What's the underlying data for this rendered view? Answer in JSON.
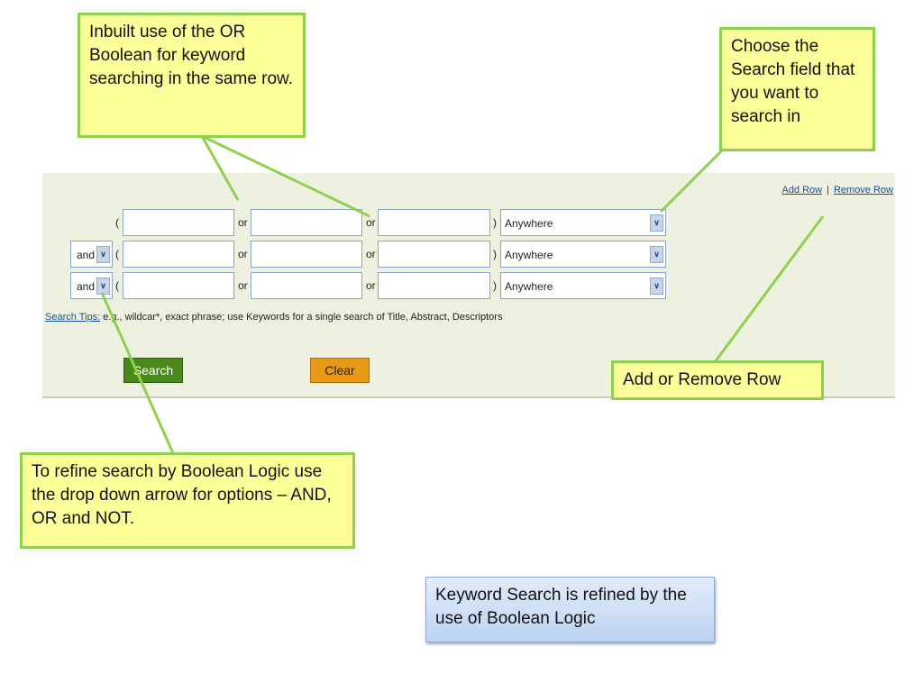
{
  "panel": {
    "add_row": "Add Row",
    "separator": "|",
    "remove_row": "Remove Row",
    "open_paren": "(",
    "close_paren": ")",
    "or_label": "or",
    "rows": [
      {
        "bool": "",
        "field": "Anywhere"
      },
      {
        "bool": "and",
        "field": "Anywhere"
      },
      {
        "bool": "and",
        "field": "Anywhere"
      }
    ],
    "search_tips_link": "Search Tips:",
    "search_tips_text": " e.g., wildcar*, exact phrase; use Keywords for a single search of Title, Abstract, Descriptors",
    "search_button": "Search",
    "clear_button": "Clear"
  },
  "callouts": {
    "or_boolean": "Inbuilt use of the OR Boolean for keyword searching in the same row.",
    "search_field": "Choose the Search field that you want to search in",
    "add_remove": "Add or Remove Row",
    "refine": "To refine search by Boolean Logic use the drop down arrow for options – AND, OR and NOT.",
    "note": "Keyword Search is refined by the use of Boolean Logic"
  },
  "colors": {
    "callout_fill": "#ffff99",
    "callout_border": "#8fd14f",
    "panel_bg": "#eef0e0",
    "search_button": "#4a8a1a",
    "clear_button": "#e89a16"
  },
  "icons": {
    "dropdown": "chevron-down-icon"
  }
}
